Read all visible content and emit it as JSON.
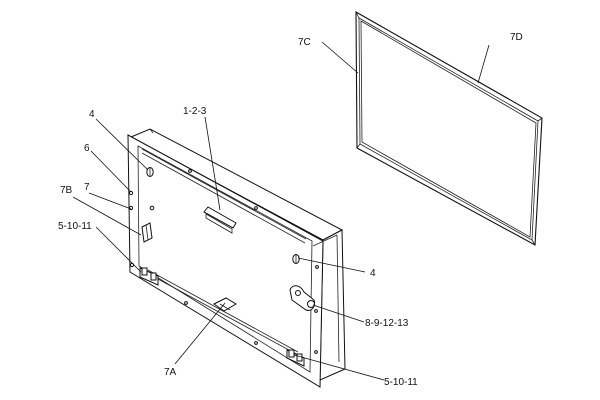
{
  "figure": {
    "callouts": {
      "c_7D": "7D",
      "c_7C": "7C",
      "c_4_top": "4",
      "c_1_2_3": "1-2-3",
      "c_6": "6",
      "c_7B": "7B",
      "c_7": "7",
      "c_5_10_11_left": "5-10-11",
      "c_4_right": "4",
      "c_8_9_12_13": "8-9-12-13",
      "c_7A": "7A",
      "c_5_10_11_bottom": "5-10-11"
    }
  }
}
